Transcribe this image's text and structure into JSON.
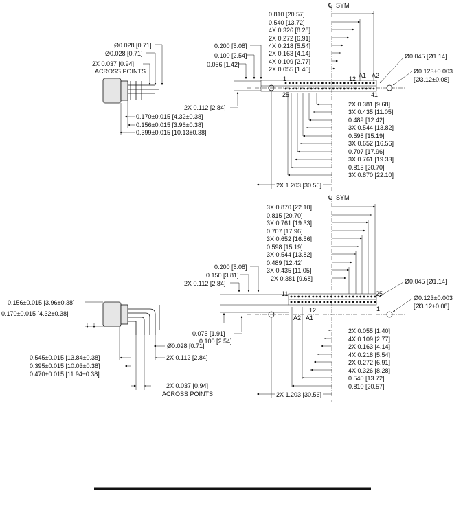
{
  "sym_label": "SYM",
  "top": {
    "side": {
      "dims": [
        "Ø0.028 [0.71]",
        "Ø0.028 [0.71]",
        "2X 0.037 [0.94]",
        "ACROSS POINTS",
        "0.170±0.015 [4.32±0.38]",
        "0.156±0.015 [3.96±0.38]",
        "0.399±0.015 [10.13±0.38]"
      ]
    },
    "right_dims": [
      "0.810 [20.57]",
      "0.540 [13.72]",
      "4X 0.326 [8.28]",
      "2X 0.272 [6.91]",
      "4X 0.218 [5.54]",
      "2X 0.163 [4.14]",
      "4X 0.109 [2.77]",
      "2X 0.055 [1.40]"
    ],
    "left_dims": [
      "0.200 [5.08]",
      "0.100 [2.54]",
      "0.056 [1.42]",
      "2X 0.112 [2.84]"
    ],
    "hole_dims": [
      "Ø0.045 [Ø1.14]",
      "Ø0.123±0.003",
      "[Ø3.12±0.08]"
    ],
    "pin_labels": [
      "1",
      "12",
      "A1",
      "A2",
      "25",
      "41"
    ],
    "bottom_dims": [
      "2X 0.381 [9.68]",
      "3X 0.435 [11.05]",
      "0.489 [12.42]",
      "3X 0.544 [13.82]",
      "0.598 [15.19]",
      "3X 0.652 [16.56]",
      "0.707 [17.96]",
      "3X 0.761 [19.33]",
      "0.815 [20.70]",
      "3X 0.870 [22.10]"
    ],
    "overall": "2X 1.203 [30.56]"
  },
  "bottom": {
    "side": {
      "dims": [
        "0.156±0.015 [3.96±0.38]",
        "0.170±0.015 [4.32±0.38]",
        "Ø0.028 [0.71]",
        "0.545±0.015 [13.84±0.38]",
        "0.395±0.015 [10.03±0.38]",
        "0.470±0.015 [11.94±0.38]",
        "2X 0.037 [0.94]",
        "ACROSS POINTS",
        "2X 0.112 [2.84]"
      ]
    },
    "upper_dims": [
      "3X 0.870 [22.10]",
      "0.815 [20.70]",
      "3X 0.761 [19.33]",
      "0.707 [17.96]",
      "3X 0.652 [16.56]",
      "0.598 [15.19]",
      "3X 0.544 [13.82]",
      "0.489 [12.42]",
      "3X 0.435 [11.05]",
      "2X 0.381 [9.68]"
    ],
    "left_dims": [
      "0.200 [5.08]",
      "0.150 [3.81]",
      "2X 0.112 [2.84]",
      "0.075 [1.91]",
      "0.100 [2.54]"
    ],
    "hole_dims": [
      "Ø0.045 [Ø1.14]",
      "Ø0.123±0.003",
      "[Ø3.12±0.08]"
    ],
    "pin_labels": [
      "11",
      "25",
      "12",
      "A2",
      "A1",
      "1"
    ],
    "lower_dims": [
      "2X 0.055 [1.40]",
      "4X 0.109 [2.77]",
      "2X 0.163 [4.14]",
      "4X 0.218 [5.54]",
      "2X 0.272 [6.91]",
      "4X 0.326 [8.28]",
      "0.540 [13.72]",
      "0.810 [20.57]"
    ],
    "overall": "2X 1.203 [30.56]"
  }
}
